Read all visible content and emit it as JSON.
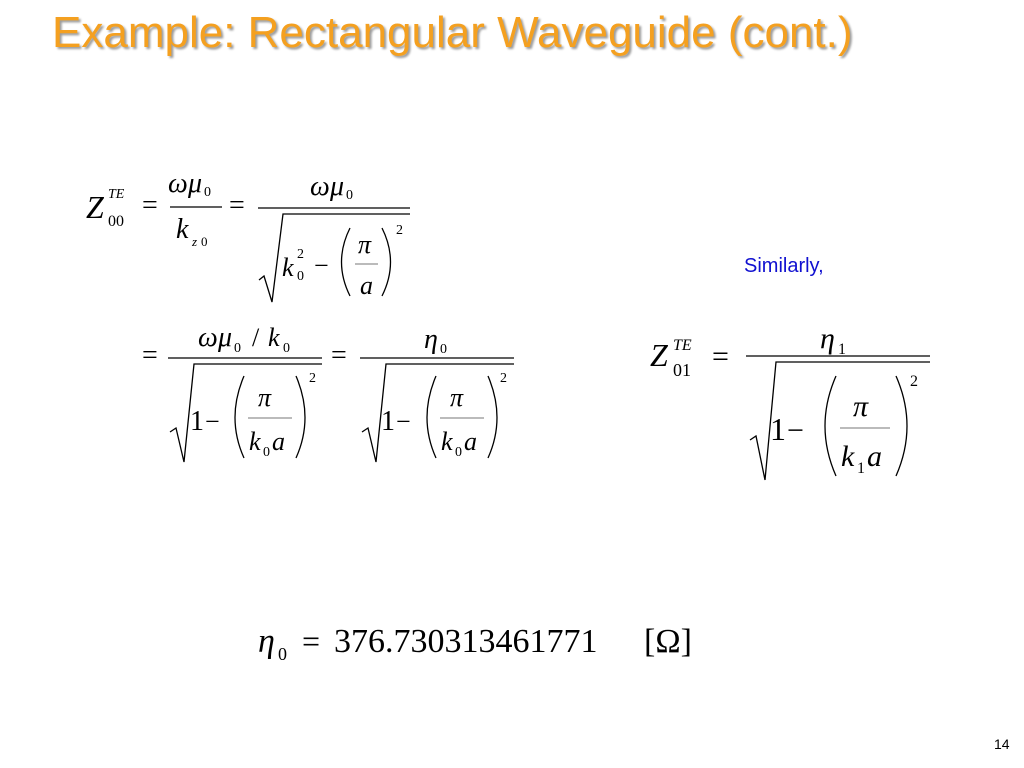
{
  "slide": {
    "title": "Example: Rectangular Waveguide (cont.)",
    "note": "Similarly,",
    "page_number": "14"
  },
  "glyphs": {
    "Z": "Z",
    "TE": "TE",
    "sub00": "00",
    "sub01": "01",
    "sub0": "0",
    "subz": "z",
    "sub1": "1",
    "sub2": "2",
    "eq": "=",
    "minus": "−",
    "one": "1",
    "slash": "/",
    "omega": "ω",
    "mu": "μ",
    "eta": "η",
    "pi": "π",
    "k": "k",
    "a": "a",
    "lparen": "(",
    "rparen": ")"
  },
  "eta_value": {
    "value": "376.730313461771",
    "unit": "[Ω]"
  }
}
